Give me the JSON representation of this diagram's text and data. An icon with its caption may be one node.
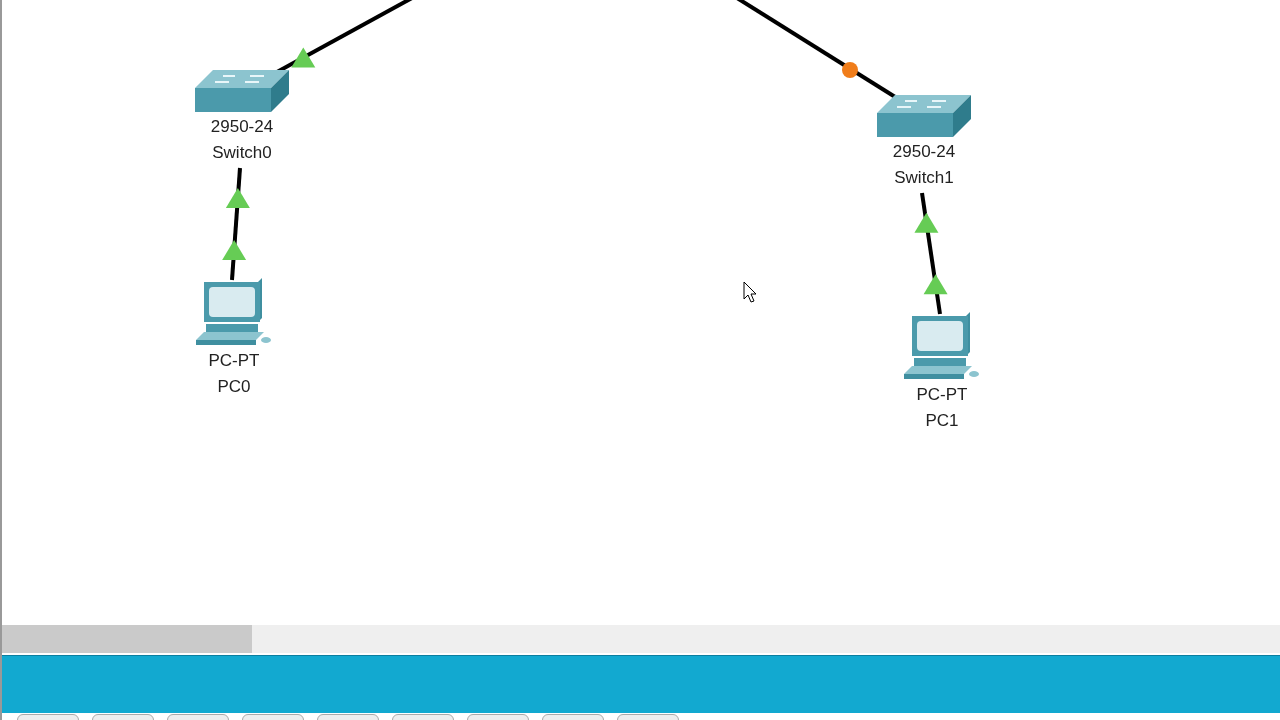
{
  "diagram": {
    "nodes": [
      {
        "text": [
          "2950-24",
          "Switch0"
        ]
      },
      {
        "text": [
          "PC-PT",
          "PC0"
        ]
      },
      {
        "text": [
          "2950-24",
          "Switch1"
        ]
      },
      {
        "text": [
          "PC-PT",
          "PC1"
        ]
      }
    ],
    "edges": [
      {
        "from": null,
        "to": 0,
        "arrow": "other"
      },
      {
        "from": 1,
        "to": 0,
        "arrow": "other"
      },
      {
        "from": null,
        "to": 2,
        "arrow": "none"
      },
      {
        "from": 3,
        "to": 2,
        "arrow": "other"
      }
    ]
  }
}
